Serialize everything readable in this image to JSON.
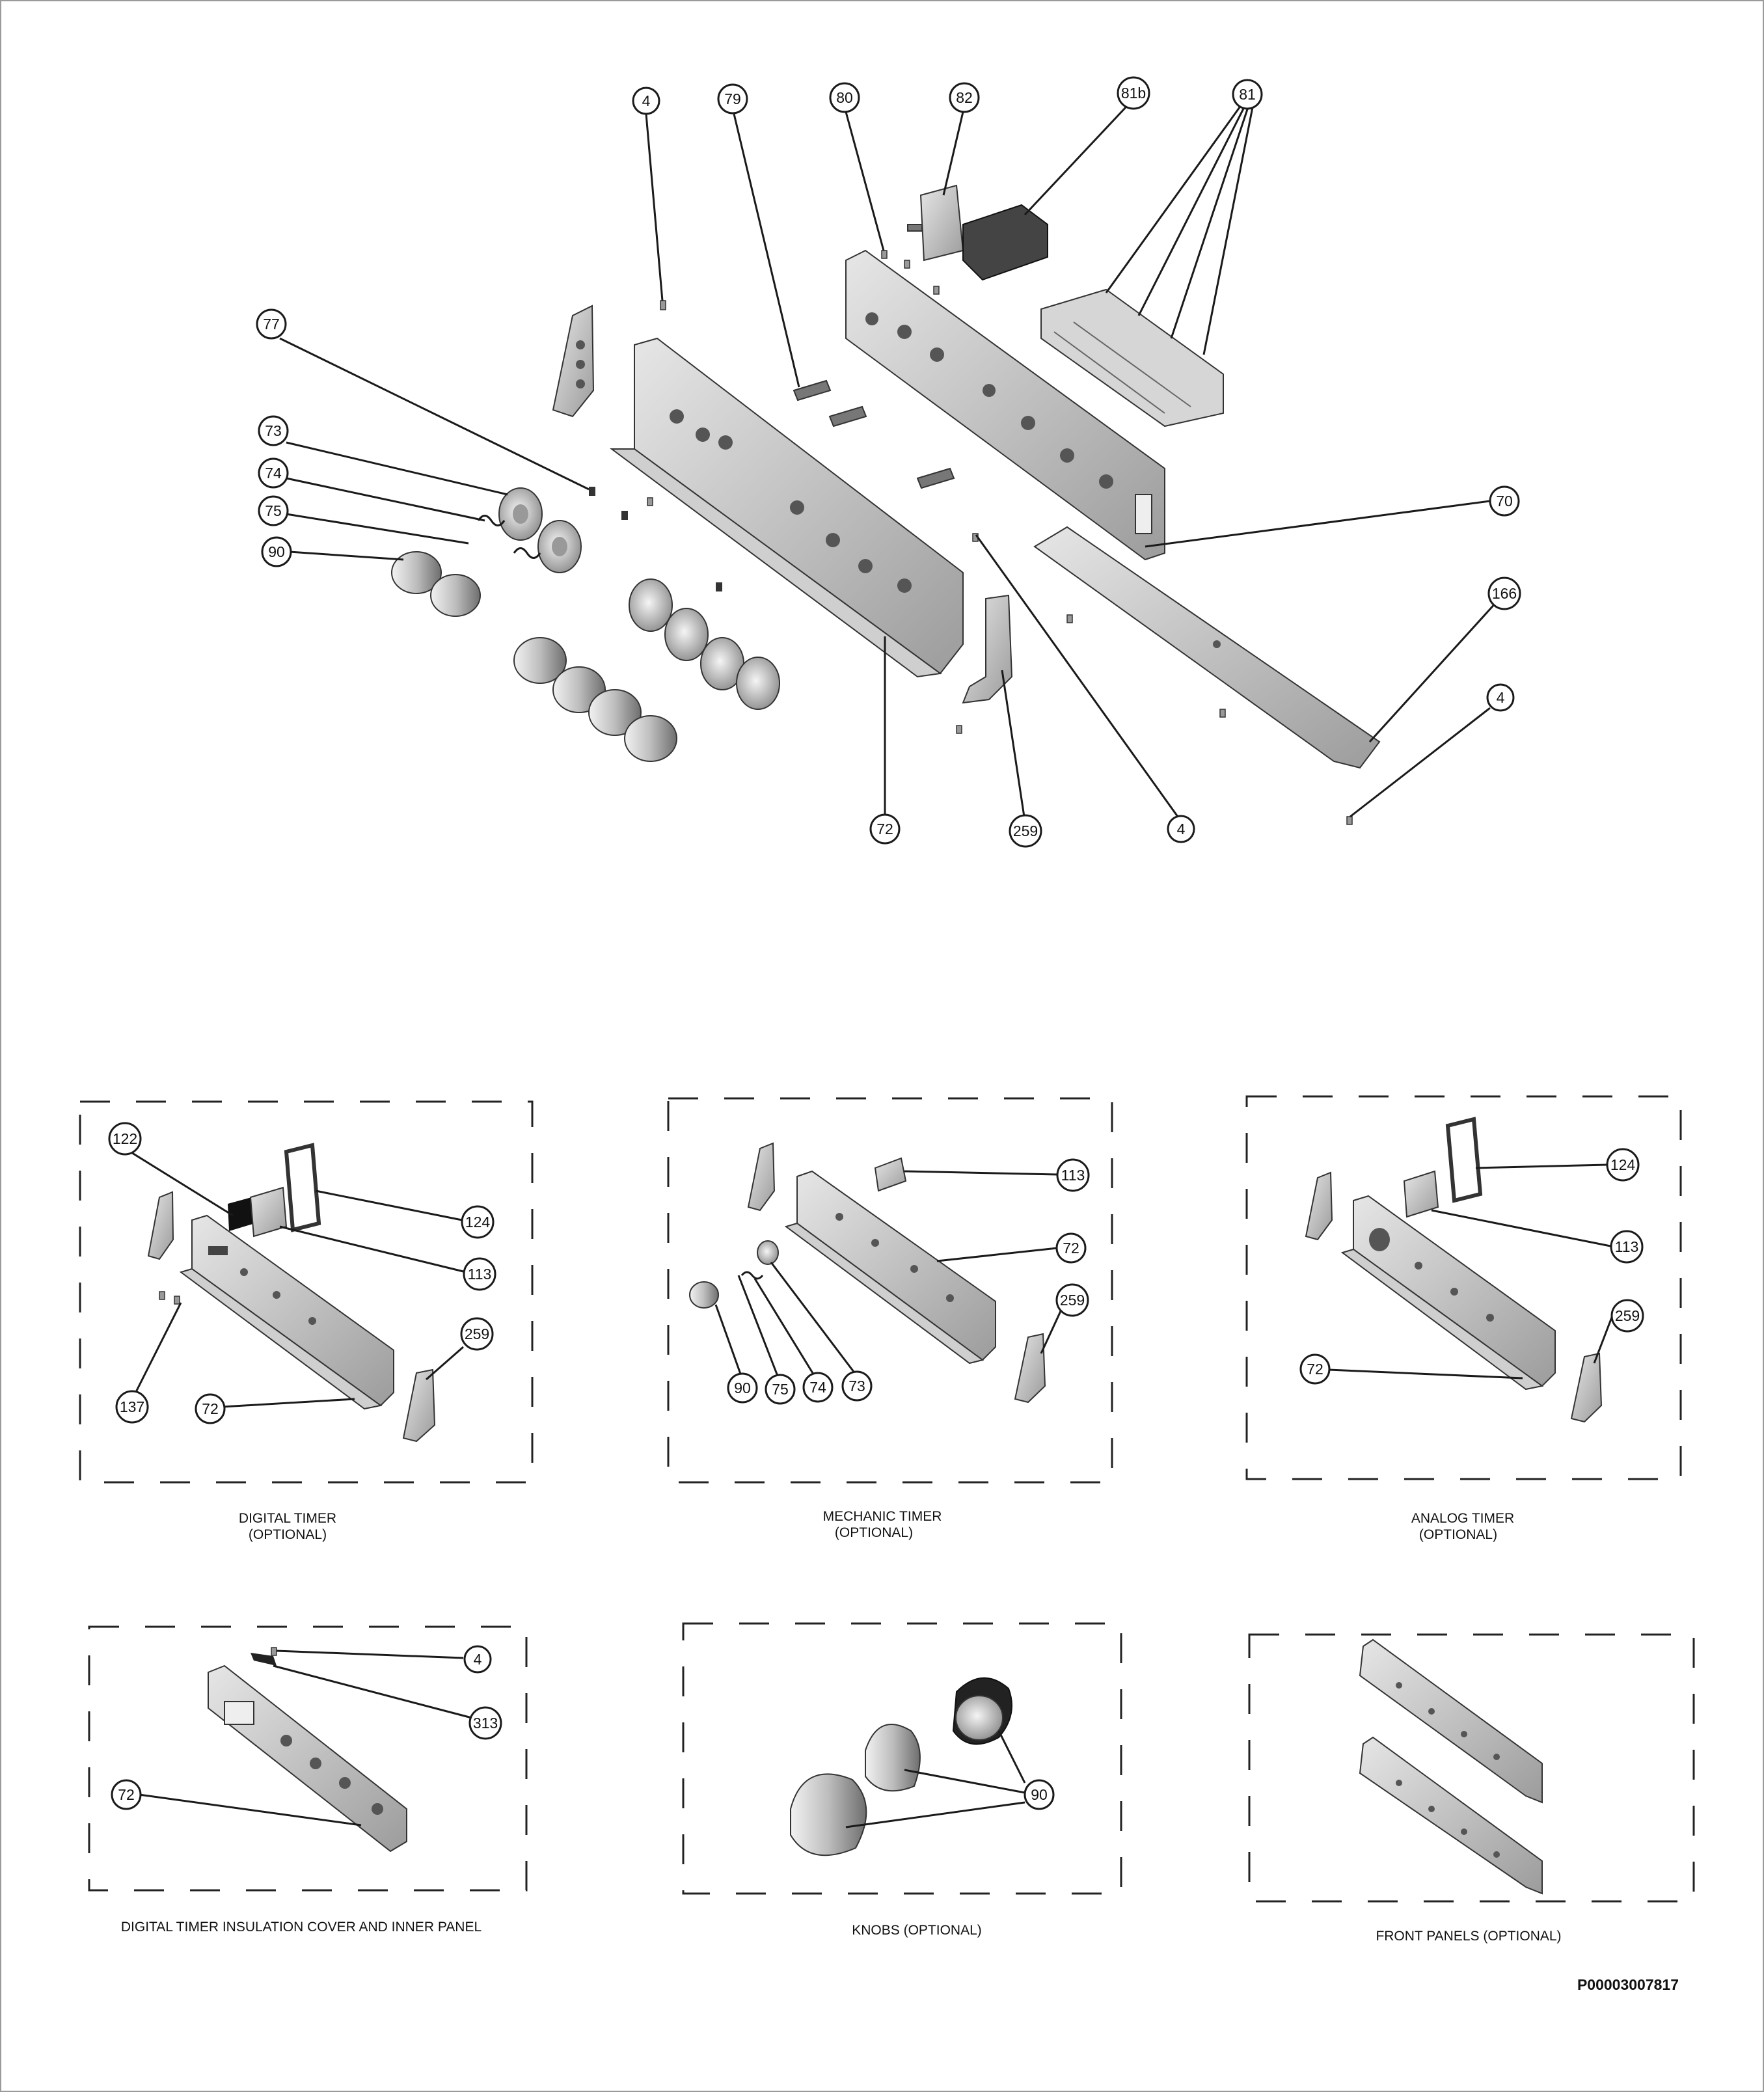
{
  "colors": {
    "part_light": "#dcdcdc",
    "part_mid": "#a9a9a9",
    "part_dark": "#555555",
    "outline": "#1a1a1a"
  },
  "main": {
    "callouts": {
      "c4a": "4",
      "c79": "79",
      "c80": "80",
      "c82": "82",
      "c81b": "81b",
      "c81": "81",
      "c77": "77",
      "c73": "73",
      "c74": "74",
      "c75": "75",
      "c90": "90",
      "c70": "70",
      "c166": "166",
      "c4b": "4",
      "c72": "72",
      "c259": "259",
      "c4c": "4"
    }
  },
  "panels": {
    "digital_timer": {
      "caption_line1": "DIGITAL TIMER",
      "caption_line2": "(OPTIONAL)",
      "callouts": {
        "c122": "122",
        "c124": "124",
        "c113": "113",
        "c259": "259",
        "c137": "137",
        "c72": "72"
      }
    },
    "mechanic_timer": {
      "caption_line1": "MECHANIC TIMER",
      "caption_line2": "(OPTIONAL)",
      "callouts": {
        "c113": "113",
        "c72": "72",
        "c259": "259",
        "c90": "90",
        "c75": "75",
        "c74": "74",
        "c73": "73"
      }
    },
    "analog_timer": {
      "caption_line1": "ANALOG TIMER",
      "caption_line2": "(OPTIONAL)",
      "callouts": {
        "c124": "124",
        "c113": "113",
        "c259": "259",
        "c72": "72"
      }
    },
    "insulation_cover": {
      "caption": "DIGITAL TIMER INSULATION COVER AND INNER PANEL",
      "callouts": {
        "c4": "4",
        "c313": "313",
        "c72": "72"
      }
    },
    "knobs": {
      "caption": "KNOBS  (OPTIONAL)",
      "callouts": {
        "c90": "90"
      }
    },
    "front_panels": {
      "caption": "FRONT PANELS  (OPTIONAL)"
    }
  },
  "document_id": "P00003007817"
}
